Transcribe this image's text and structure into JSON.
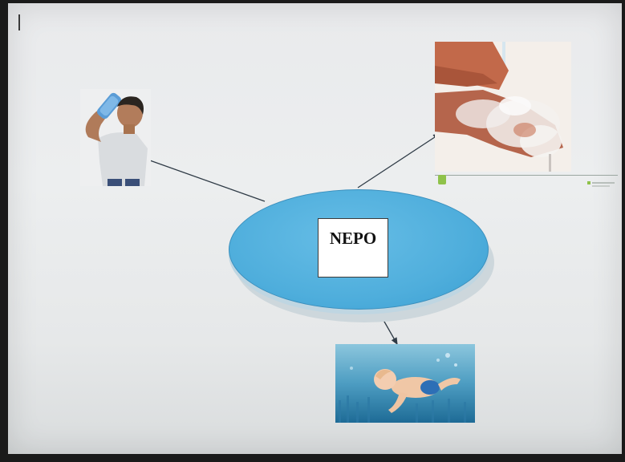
{
  "slide": {
    "center_label": "NEPO"
  },
  "images": {
    "boy": "boy-drinking-water",
    "hands": "washing-hands",
    "baby": "baby-swimming"
  },
  "colors": {
    "ellipse": "#4faedc",
    "arrow": "#2f3b46",
    "screen": "#e9eaec"
  }
}
